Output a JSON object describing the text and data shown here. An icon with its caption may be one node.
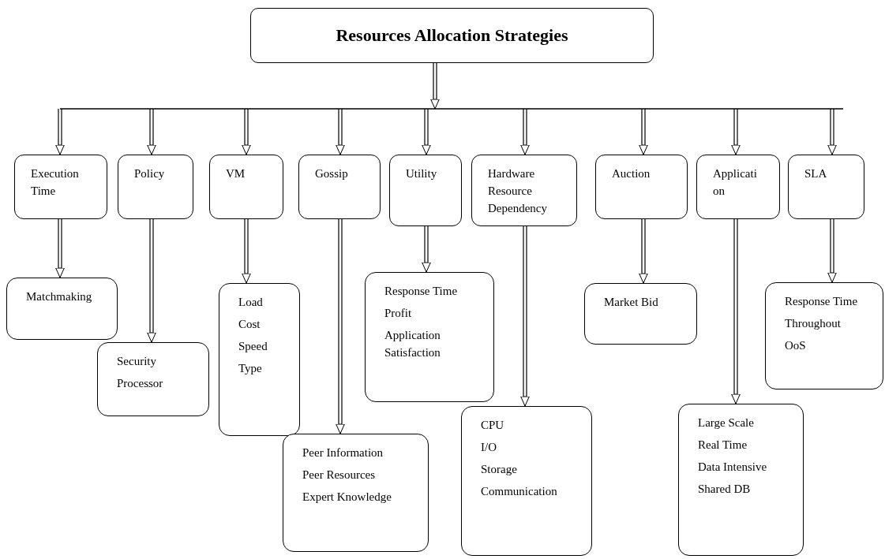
{
  "diagram": {
    "nodes": [
      {
        "text": [
          "Resources Allocation Strategies"
        ]
      },
      {
        "text": [
          "Execution Time"
        ]
      },
      {
        "text": [
          "Policy"
        ]
      },
      {
        "text": [
          "VM"
        ]
      },
      {
        "text": [
          "Gossip"
        ]
      },
      {
        "text": [
          "Utility"
        ]
      },
      {
        "text": [
          "Hardware Resource Dependency"
        ]
      },
      {
        "text": [
          "Auction"
        ]
      },
      {
        "text": [
          "Application"
        ]
      },
      {
        "text": [
          "SLA"
        ]
      },
      {
        "text": [
          "Matchmaking"
        ]
      },
      {
        "text": [
          "Security",
          "Processor"
        ]
      },
      {
        "text": [
          "Load",
          "Cost",
          "Speed",
          "Type"
        ]
      },
      {
        "text": [
          "Peer Information",
          "Peer Resources",
          "Expert Knowledge"
        ]
      },
      {
        "text": [
          "Response Time",
          "Profit",
          "Application Satisfaction"
        ]
      },
      {
        "text": [
          "CPU",
          "I/O",
          "Storage",
          "Communication"
        ]
      },
      {
        "text": [
          "Market Bid"
        ]
      },
      {
        "text": [
          "Large Scale",
          "Real Time",
          "Data Intensive",
          "Shared DB"
        ]
      },
      {
        "text": [
          "Response Time",
          "Throughout",
          "OoS"
        ]
      }
    ],
    "edges": [
      {
        "from": 0,
        "to": 1,
        "arrow": "to"
      },
      {
        "from": 0,
        "to": 2,
        "arrow": "to"
      },
      {
        "from": 0,
        "to": 3,
        "arrow": "to"
      },
      {
        "from": 0,
        "to": 4,
        "arrow": "to"
      },
      {
        "from": 0,
        "to": 5,
        "arrow": "to"
      },
      {
        "from": 0,
        "to": 6,
        "arrow": "to"
      },
      {
        "from": 0,
        "to": 7,
        "arrow": "to"
      },
      {
        "from": 0,
        "to": 8,
        "arrow": "to"
      },
      {
        "from": 0,
        "to": 9,
        "arrow": "to"
      },
      {
        "from": 1,
        "to": 10,
        "arrow": "to"
      },
      {
        "from": 2,
        "to": 11,
        "arrow": "to"
      },
      {
        "from": 3,
        "to": 12,
        "arrow": "to"
      },
      {
        "from": 4,
        "to": 13,
        "arrow": "to"
      },
      {
        "from": 5,
        "to": 14,
        "arrow": "to"
      },
      {
        "from": 6,
        "to": 15,
        "arrow": "to"
      },
      {
        "from": 7,
        "to": 16,
        "arrow": "to"
      },
      {
        "from": 8,
        "to": 17,
        "arrow": "to"
      },
      {
        "from": 9,
        "to": 18,
        "arrow": "to"
      }
    ]
  }
}
